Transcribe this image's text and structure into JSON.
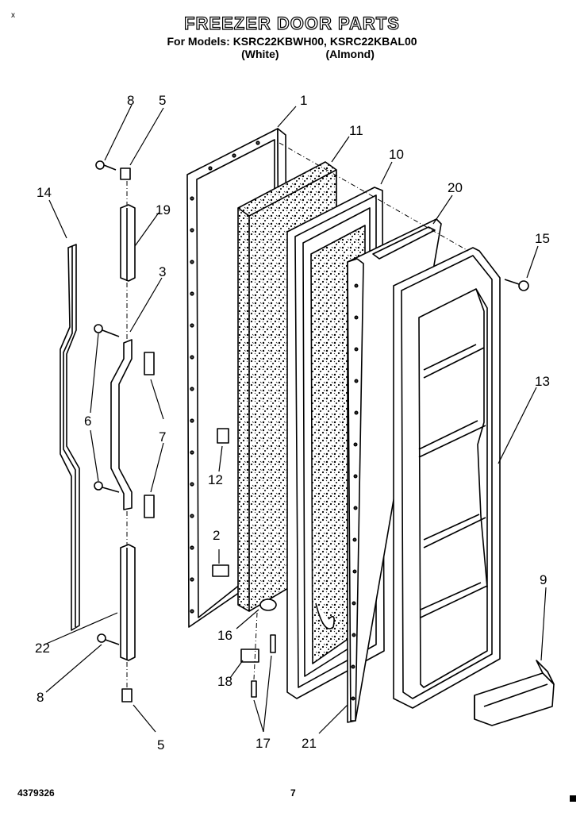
{
  "header": {
    "title": "FREEZER DOOR PARTS",
    "models": "For Models: KSRC22KBWH00, KSRC22KBAL00",
    "variant_white": "(White)",
    "variant_almond": "(Almond)"
  },
  "corner_mark": "x",
  "footer": {
    "code": "4379326",
    "page": "7"
  },
  "callouts": [
    "1",
    "2",
    "3",
    "5",
    "5",
    "6",
    "7",
    "8",
    "8",
    "9",
    "10",
    "11",
    "12",
    "13",
    "14",
    "15",
    "16",
    "17",
    "18",
    "19",
    "20",
    "21",
    "22"
  ]
}
